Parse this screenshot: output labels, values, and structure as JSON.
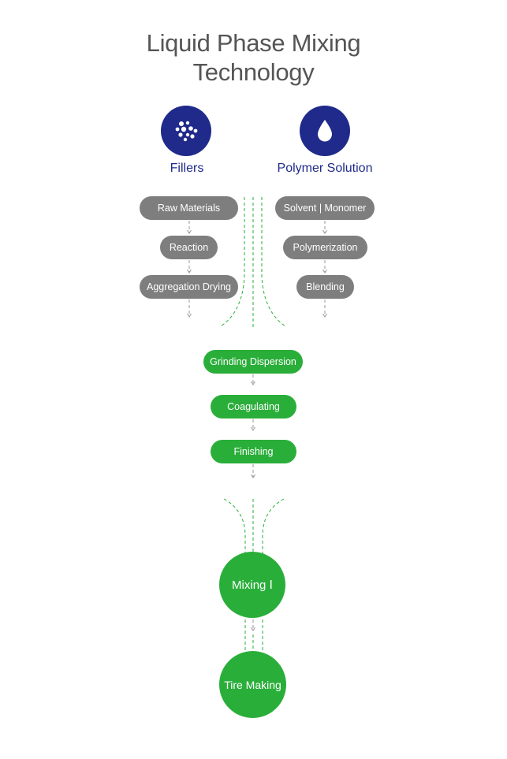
{
  "title_line1": "Liquid Phase Mixing",
  "title_line2": "Technology",
  "sources": {
    "left": {
      "label": "Fillers",
      "icon": "molecule-cluster-icon"
    },
    "right": {
      "label": "Polymer Solution",
      "icon": "liquid-drop-icon"
    }
  },
  "left_steps": [
    "Raw Materials",
    "Reaction",
    "Aggregation Drying"
  ],
  "right_steps": [
    "Solvent | Monomer",
    "Polymerization",
    "Blending"
  ],
  "center_steps": [
    "Grinding Dispersion",
    "Coagulating",
    "Finishing"
  ],
  "final_steps": [
    "Mixing Ⅰ",
    "Tire Making"
  ],
  "colors": {
    "navy": "#1f2a8a",
    "gray_pill": "#7e7e7e",
    "green": "#2aae3a",
    "title": "#555555"
  }
}
